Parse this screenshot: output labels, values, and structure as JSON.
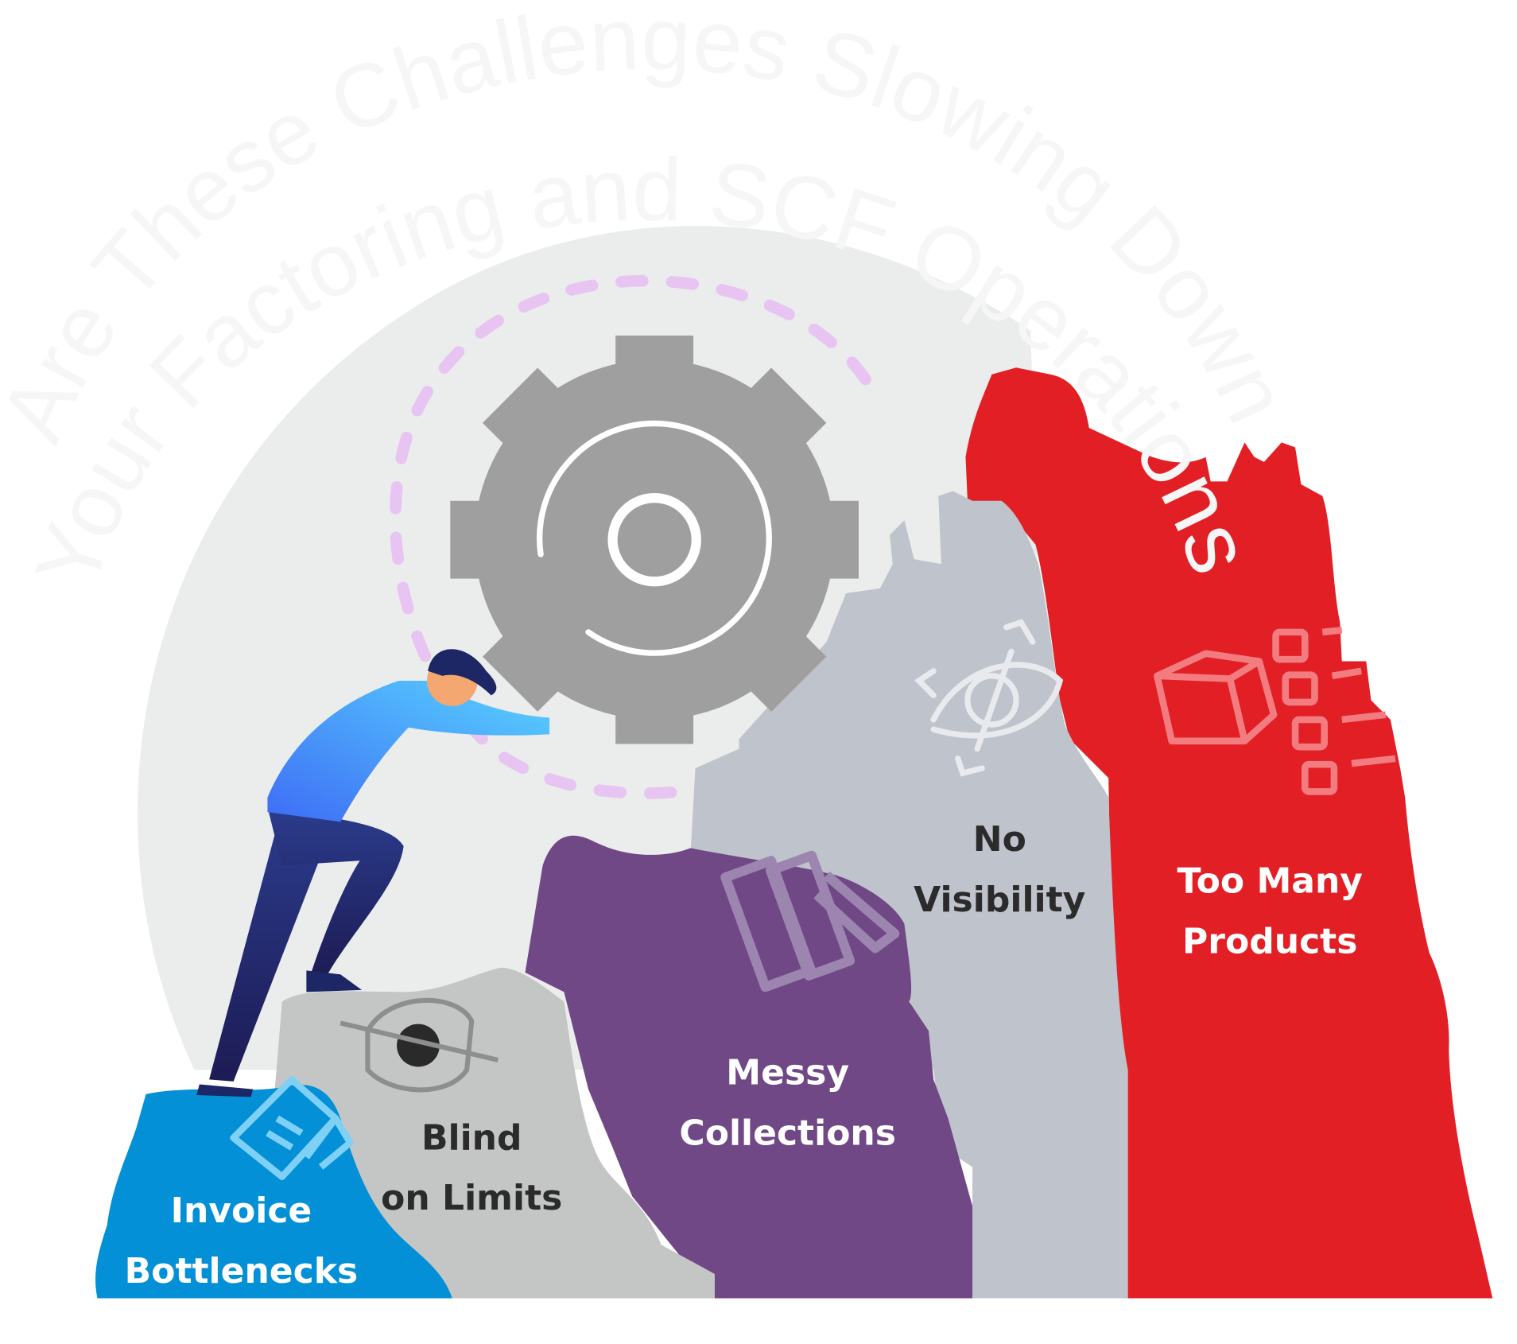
{
  "title": {
    "line1": "Are These Challenges Slowing Down",
    "line2": "Your Factoring and SCF Operations?"
  },
  "challenges": [
    {
      "line1": "Invoice",
      "line2": "Bottlenecks",
      "color": "#0390d6",
      "text_color": "#ffffff",
      "icon": "invoice-icon"
    },
    {
      "line1": "Blind",
      "line2": "on Limits",
      "color": "#c4c5c5",
      "text_color": "#2b2b2b",
      "icon": "eye-icon"
    },
    {
      "line1": "Messy",
      "line2": "Collections",
      "color": "#714886",
      "text_color": "#ffffff",
      "icon": "documents-icon"
    },
    {
      "line1": "No",
      "line2": "Visibility",
      "color": "#bfc3cc",
      "text_color": "#2b2b2b",
      "icon": "hidden-eye-icon"
    },
    {
      "line1": "Too Many",
      "line2": "Products",
      "color": "#e31f26",
      "text_color": "#ffffff",
      "icon": "product-checklist-icon"
    }
  ],
  "colors": {
    "background_circle": "#ebecec",
    "gear": "#9e9f9e",
    "dash": "#e8c4f2"
  }
}
